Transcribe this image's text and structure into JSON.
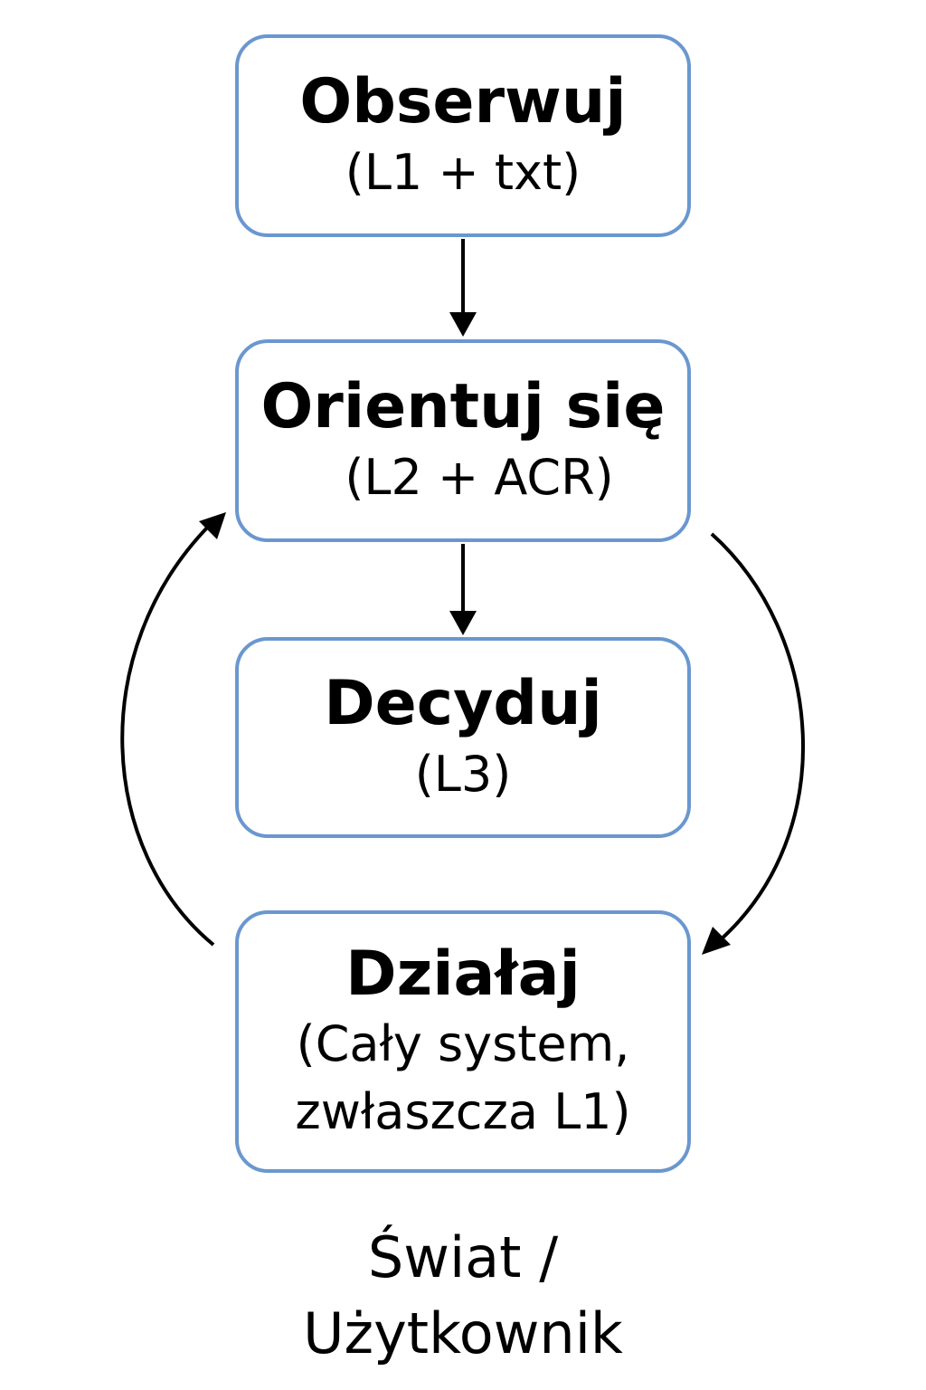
{
  "colors": {
    "node_border": "#6a97cf",
    "arrow": "#000000",
    "text": "#000000",
    "background": "#ffffff"
  },
  "nodes": {
    "observe": {
      "title": "Obserwuj",
      "sub": "(L1 + txt)"
    },
    "orient": {
      "title": "Orientuj się",
      "sub": "(L2 + ACR)"
    },
    "decide": {
      "title": "Decyduj",
      "sub": "(L3)"
    },
    "act": {
      "title": "Działaj",
      "sub_line1": "(Cały system,",
      "sub_line2": "zwłaszcza L1)"
    }
  },
  "world": {
    "line1": "Świat /",
    "line2": "Użytkownik"
  },
  "edges": [
    {
      "from": "Obserwuj",
      "to": "Orientuj się"
    },
    {
      "from": "Orientuj się",
      "to": "Decyduj"
    },
    {
      "from": "Orientuj się",
      "to": "Działaj"
    },
    {
      "from": "Działaj",
      "to": "Orientuj się"
    }
  ]
}
